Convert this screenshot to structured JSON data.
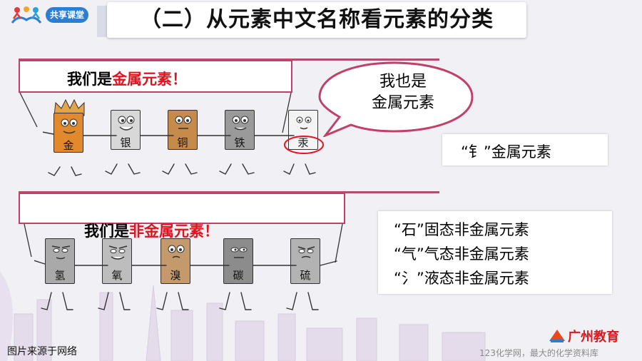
{
  "header": {
    "logo_text": "共享课堂",
    "title": "（二）从元素中文名称看元素的分类"
  },
  "metal_banner": {
    "prefix": "我们是",
    "highlight": "金属元素！"
  },
  "speech_bubble": {
    "line1": "我也是",
    "line2": "金属元素"
  },
  "metal_characters": [
    "金",
    "银",
    "铜",
    "铁",
    "汞"
  ],
  "metal_info": "“钅”金属元素",
  "nonmetal_banner": {
    "prefix": "我们是",
    "highlight": "非金属元素！"
  },
  "nonmetal_characters": [
    "氢",
    "氧",
    "溴",
    "碳",
    "硫"
  ],
  "nonmetal_info": [
    "“石”固态非金属元素",
    "“气”气态非金属元素",
    "“氵”液态非金属元素"
  ],
  "footer": {
    "caption": "图片来源于网络",
    "watermark": "123化学网，最大的化学资料库",
    "brand": "广州教育"
  },
  "colors": {
    "accent_pink": "#c0406a",
    "highlight_red": "#e0141f",
    "logo_blue": "#2c7fd0"
  }
}
